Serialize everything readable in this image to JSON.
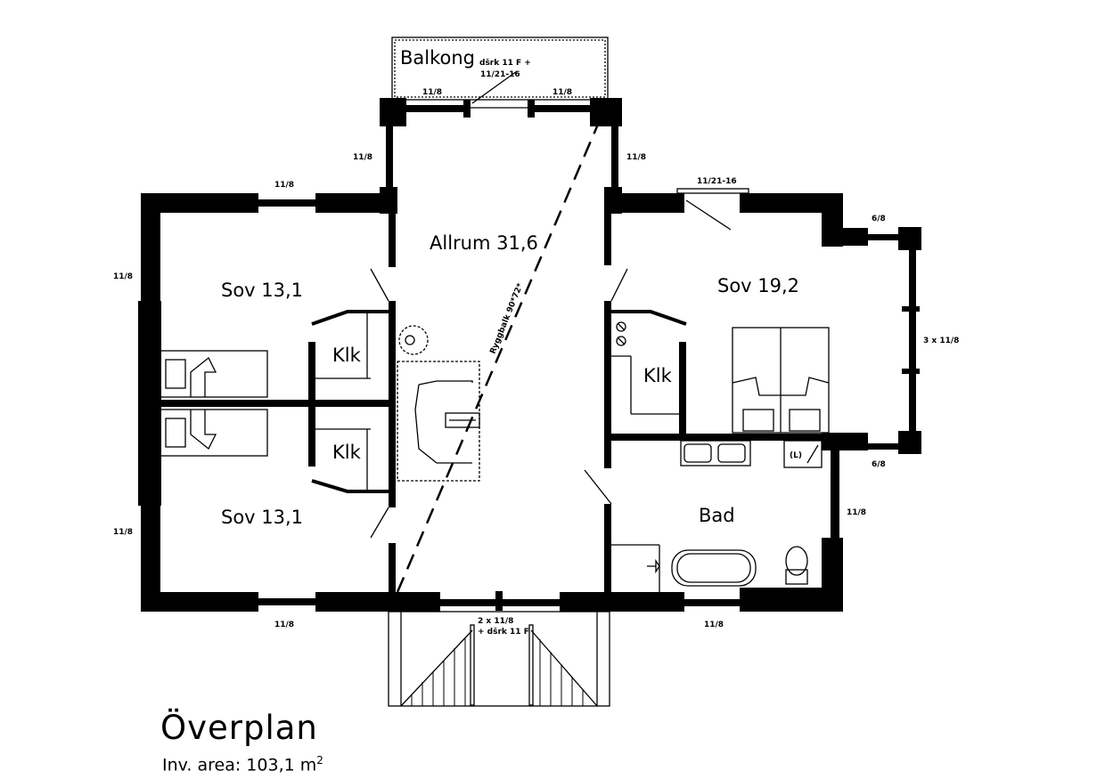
{
  "plan": {
    "title": "Överplan",
    "area_label": "Inv. area: 103,1 m",
    "area_unit_exp": "2",
    "rooms": {
      "balkong": "Balkong",
      "allrum": "Allrum 31,6",
      "sov_tl": "Sov 13,1",
      "sov_bl": "Sov 13,1",
      "sov_r": "Sov 19,2",
      "klk_top": "Klk",
      "klk_bottom": "Klk",
      "klk_right": "Klk",
      "bad": "Bad"
    },
    "dims": {
      "balkong_door": "dšrk 11 F +",
      "balkong_door2": "11/21-16",
      "balkong_left": "11/8",
      "balkong_right": "11/8",
      "upper_left": "11/8",
      "upper_right": "11/8",
      "top_left": "11/8",
      "top_right_window": "11/21-16",
      "side_left_top": "11/8",
      "side_left_bottom": "11/8",
      "right_top": "6/8",
      "right_mid": "3 x 11/8",
      "right_bottom": "6/8",
      "bath_right": "11/8",
      "bottom_left": "11/8",
      "bottom_right": "11/8",
      "bottom_center": "2 x 11/8",
      "bottom_center2": "+ dšrk 11 F",
      "ridge": "Ryggbalk 90*72*",
      "wc": "(L)"
    }
  }
}
